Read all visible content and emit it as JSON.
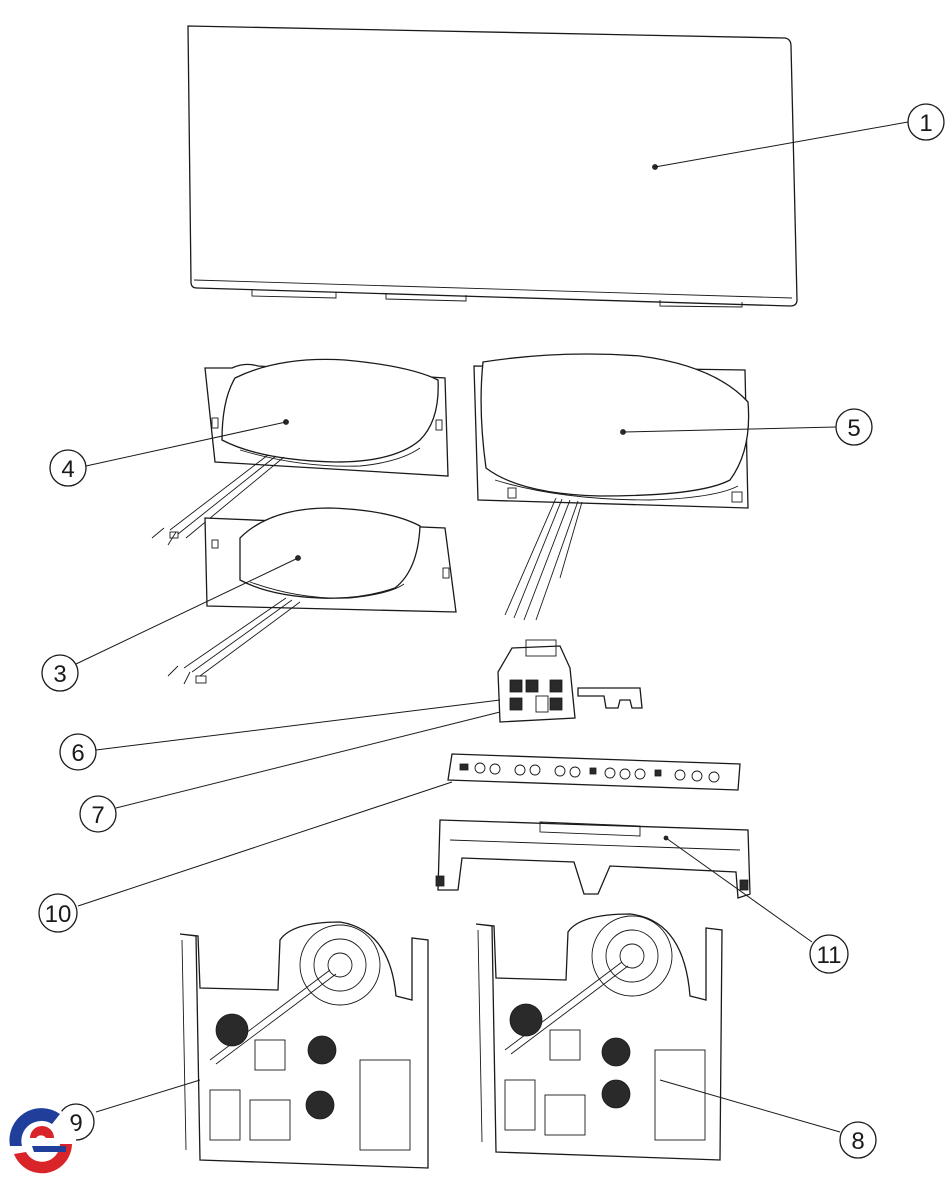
{
  "diagram": {
    "parts": [
      {
        "number": "1",
        "part": "glass-cooktop-panel"
      },
      {
        "number": "4",
        "part": "induction-coil-small-left"
      },
      {
        "number": "5",
        "part": "induction-coil-large-right"
      },
      {
        "number": "3",
        "part": "induction-coil-lower-left"
      },
      {
        "number": "6",
        "part": "terminal-block"
      },
      {
        "number": "7",
        "part": "terminal-block-clip"
      },
      {
        "number": "10",
        "part": "control-circuit-board"
      },
      {
        "number": "11",
        "part": "board-support-frame"
      },
      {
        "number": "9",
        "part": "power-module-left"
      },
      {
        "number": "8",
        "part": "power-module-right"
      }
    ]
  },
  "logo": {
    "icon": "brand-logo-icon",
    "colors": [
      "#1f3f9a",
      "#d9252a"
    ]
  }
}
